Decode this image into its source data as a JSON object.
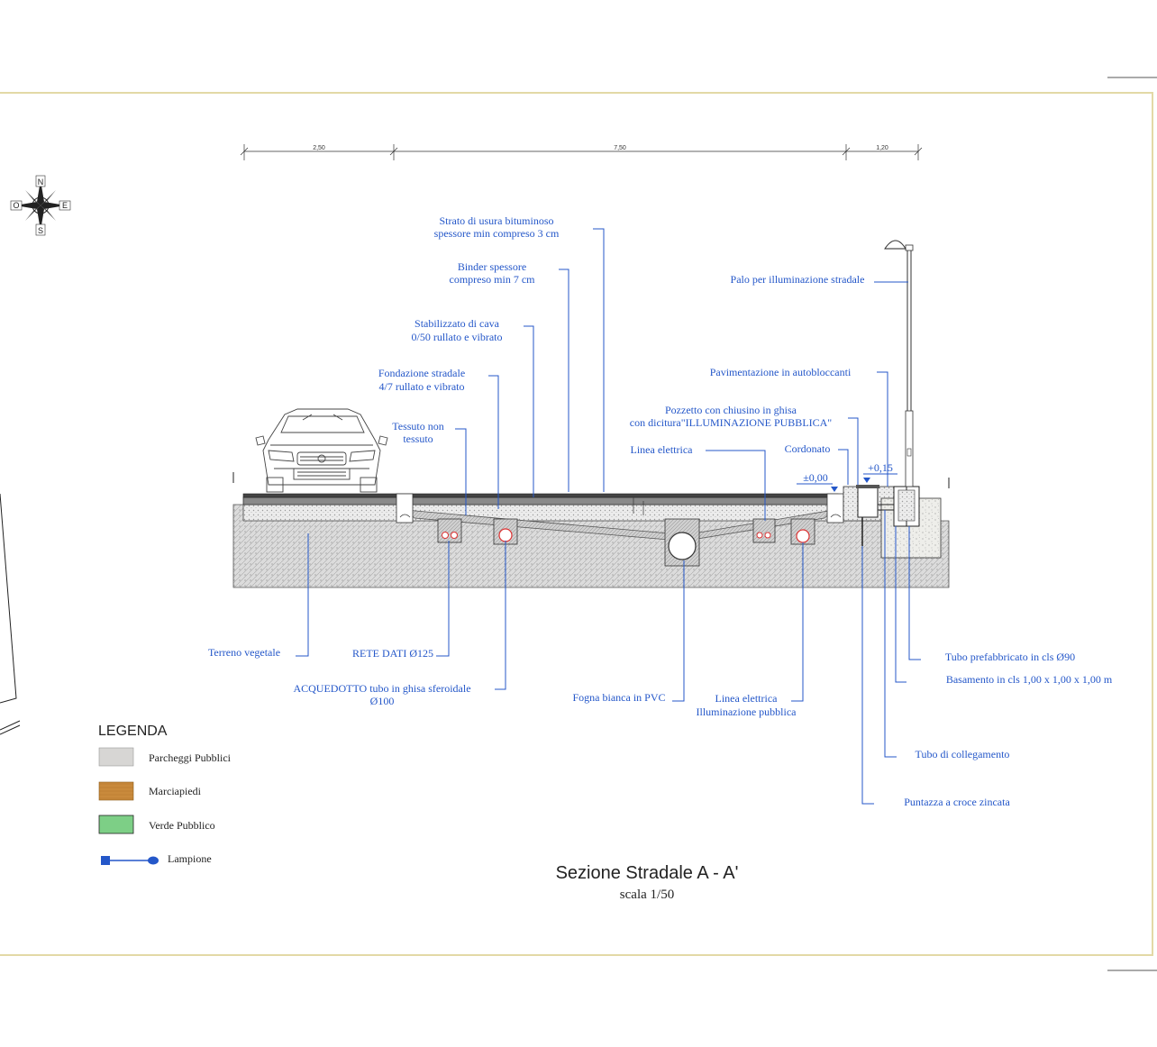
{
  "drawing": {
    "title": "Sezione Stradale A - A'",
    "scale": "scala 1/50"
  },
  "dimensions": [
    "2,50",
    "7,50",
    "1,20"
  ],
  "compass": {
    "n": "N",
    "s": "S",
    "e": "E",
    "o": "O"
  },
  "levels": {
    "road": "±0,00",
    "sidewalk": "+0,15"
  },
  "annotations": {
    "strato_usura_1": "Strato di usura bituminoso",
    "strato_usura_2": "spessore min compreso 3 cm",
    "binder_1": "Binder spessore",
    "binder_2": "compreso min 7 cm",
    "stabilizzato_1": "Stabilizzato di cava",
    "stabilizzato_2": "0/50  rullato e vibrato",
    "fondazione_1": "Fondazione stradale",
    "fondazione_2": "4/7 rullato e vibrato",
    "tessuto_1": "Tessuto non",
    "tessuto_2": "tessuto",
    "palo": "Palo per illuminazione stradale",
    "pavimentazione": "Pavimentazione in autobloccanti",
    "pozzetto_1": "Pozzetto con chiusino in ghisa",
    "pozzetto_2": "con dicitura\"ILLUMINAZIONE PUBBLICA\"",
    "linea_elettrica": "Linea elettrica",
    "cordonato": "Cordonato",
    "terreno": "Terreno vegetale",
    "rete_dati": "RETE DATI Ø125",
    "acquedotto_1": "ACQUEDOTTO tubo in ghisa sferoidale",
    "acquedotto_2": "Ø100",
    "fogna": "Fogna bianca in PVC",
    "linea_illum_1": "Linea elettrica",
    "linea_illum_2": "Illuminazione pubblica",
    "tubo_prefabbricato": "Tubo prefabbricato in cls Ø90",
    "basamento": "Basamento in cls 1,00 x 1,00 x 1,00 m",
    "tubo_collegamento": "Tubo di collegamento",
    "puntazza": "Puntazza a croce zincata"
  },
  "legend": {
    "title": "LEGENDA",
    "items": [
      {
        "label": "Parcheggi Pubblici",
        "color": "#d7d6d4"
      },
      {
        "label": "Marciapiedi",
        "color": "#c98a3c"
      },
      {
        "label": "Verde Pubblico",
        "color": "#7dcf86"
      },
      {
        "label": "Lampione",
        "color": "#2457c9"
      }
    ]
  }
}
